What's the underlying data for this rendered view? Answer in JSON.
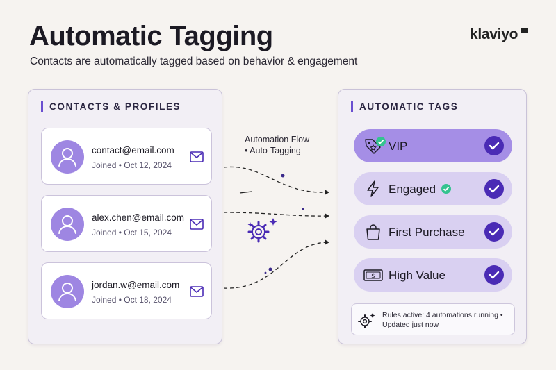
{
  "header": {
    "title": "Automatic Tagging",
    "subtitle": "Contacts are automatically tagged based on behavior & engagement",
    "brand": "klaviyo"
  },
  "contacts_panel": {
    "heading": "CONTACTS & PROFILES",
    "contacts": [
      {
        "email": "contact@email.com",
        "joined": "Joined • Oct 12, 2024",
        "icon": "mail-icon"
      },
      {
        "email": "alex.chen@email.com",
        "joined": "Joined • Oct 15, 2024",
        "icon": "mail-icon"
      },
      {
        "email": "jordan.w@email.com",
        "joined": "Joined • Oct 18, 2024",
        "icon": "mail-icon"
      }
    ]
  },
  "flow": {
    "line1": "Automation Flow",
    "line2": "• Auto-Tagging",
    "icon": "gear-icon"
  },
  "tags_panel": {
    "heading": "AUTOMATIC TAGS",
    "tags": [
      {
        "label": "VIP",
        "icon": "tag-star-icon",
        "checked": true,
        "active": true
      },
      {
        "label": "Engaged",
        "icon": "lightning-icon",
        "checked": true,
        "active": false
      },
      {
        "label": "First Purchase",
        "icon": "shopping-bag-icon",
        "checked": true,
        "active": false
      },
      {
        "label": "High Value",
        "icon": "dollar-bill-icon",
        "checked": true,
        "active": false
      }
    ],
    "status": {
      "line1": "Rules active: 4 automations running •",
      "line2": "Updated just now"
    }
  },
  "colors": {
    "accent": "#4a2bb5",
    "tag_active": "#a58ee6",
    "tag_default": "#d9d0f1",
    "avatar": "#9e86e2",
    "success": "#34c38f",
    "background": "#f6f3f0"
  }
}
